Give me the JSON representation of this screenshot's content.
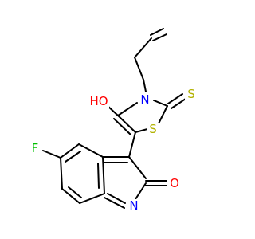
{
  "molecule": {
    "atoms": {
      "s_thioxo": {
        "text": "S",
        "color": "#b2b200"
      },
      "s_ring": {
        "text": "S",
        "color": "#b2b200"
      },
      "n_ring": {
        "text": "N",
        "color": "#0000ff"
      },
      "n_indole": {
        "text": "N",
        "color": "#0000ff"
      },
      "oh": {
        "text": "HO",
        "color": "#ff0000"
      },
      "o_keto": {
        "text": "O",
        "color": "#ff0000"
      },
      "fluorine": {
        "text": "F",
        "color": "#00c000"
      }
    }
  }
}
